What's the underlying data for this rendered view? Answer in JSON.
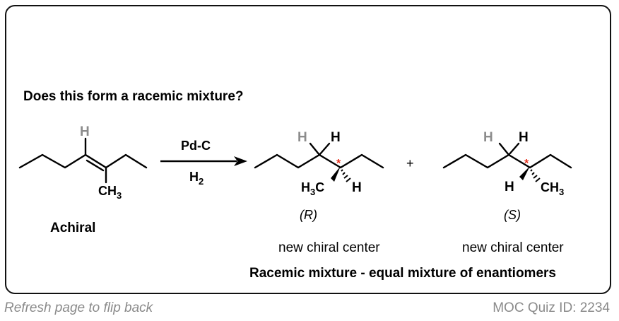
{
  "question": "Does this form a racemic mixture?",
  "reactant": {
    "label": "Achiral",
    "atom_h": "H",
    "group": "CH",
    "group_sub": "3"
  },
  "reagents": {
    "catalyst": "Pd-C",
    "gas": "H",
    "gas_sub": "2"
  },
  "product_r": {
    "h_gray": "H",
    "h_black": "H",
    "h_dash": "H",
    "methyl_main": "H",
    "methyl_sub": "3",
    "methyl_tail": "C",
    "stereo_mark": "*",
    "configuration": "(R)",
    "note": "new chiral center"
  },
  "plus": "+",
  "product_s": {
    "h_gray": "H",
    "h_black": "H",
    "h_wedge": "H",
    "methyl_main": "CH",
    "methyl_sub": "3",
    "stereo_mark": "*",
    "configuration": "(S)",
    "note": "new chiral center"
  },
  "conclusion": "Racemic mixture - equal mixture of enantiomers",
  "footer": {
    "flip_hint": "Refresh page to flip back",
    "quiz_id": "MOC Quiz ID: 2234"
  },
  "colors": {
    "text": "#000000",
    "gray_h": "#8c8c8c",
    "stereocenter": "#e8321e",
    "footer": "#8a8a8a"
  }
}
